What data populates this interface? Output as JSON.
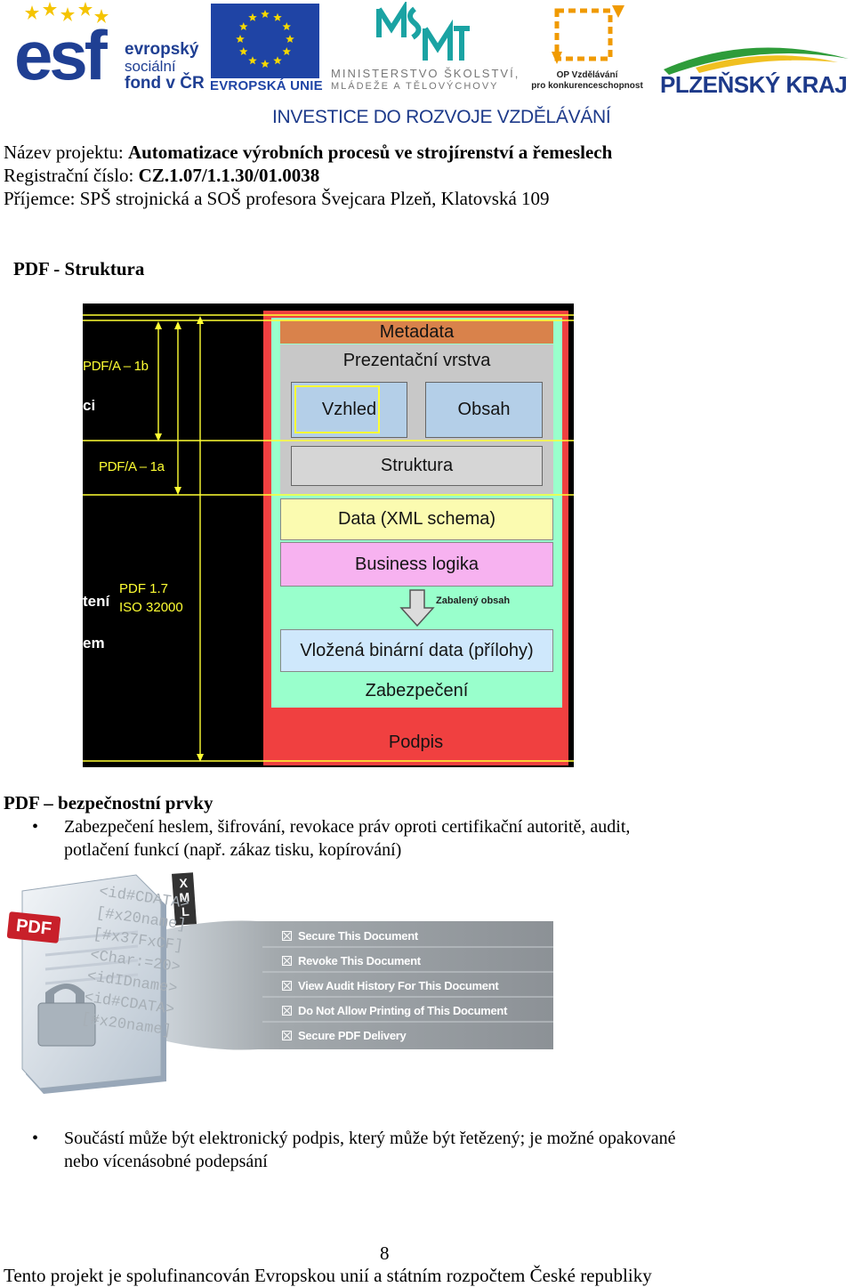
{
  "logos": {
    "esf_word": "esf",
    "esf_sub": [
      "evropský",
      "sociální",
      "fond v ČR"
    ],
    "eu_label": "EVROPSKÁ UNIE",
    "msmt_lines": [
      "MINISTERSTVO ŠKOLSTVÍ,",
      "MLÁDEŽE A TĚLOVÝCHOVY"
    ],
    "op_lines": [
      "OP Vzdělávání",
      "pro konkurenceschopnost"
    ],
    "pk_label": "PLZEŇSKÝ KRAJ",
    "banner": "INVESTICE DO ROZVOJE VZDĚLÁVÁNÍ"
  },
  "header": {
    "project_label": "Název projektu: ",
    "project_value": "Automatizace výrobních procesů ve strojírenství a řemeslech",
    "reg_label": "Registrační číslo: ",
    "reg_value": "CZ.1.07/1.1.30/01.0038",
    "recipient": "Příjemce: SPŠ strojnická a SOŠ profesora Švejcara Plzeň, Klatovská 109"
  },
  "section1": {
    "title": "PDF - Struktura"
  },
  "diagram": {
    "left_labels": {
      "pdfa1b": "PDF/A – 1b",
      "ci": "ci",
      "pdfa1a": "PDF/A – 1a",
      "pdf17": "PDF 1.7",
      "iso": "ISO 32000",
      "teni": "tení",
      "em": "em"
    },
    "boxes": {
      "metadata": "Metadata",
      "prezentacni": "Prezentační vrstva",
      "vzhled": "Vzhled",
      "obsah": "Obsah",
      "struktura": "Struktura",
      "data": "Data (XML schema)",
      "logika": "Business logika",
      "zabaleny": "Zabalený obsah",
      "vlozena": "Vložená binární data (přílohy)",
      "zabezpeceni": "Zabezpečení",
      "podpis": "Podpis"
    },
    "colors": {
      "red": "#f04040",
      "green": "#99ffcc",
      "metadata": "#d9824b",
      "gray": "#c8c8c8",
      "blue": "#b4cfe8",
      "yellow": "#fbfbb0",
      "pink": "#f7b2f0",
      "lightblue": "#cfe8fc",
      "line": "#ffff33"
    }
  },
  "section2": {
    "title": "PDF – bezpečnostní prvky",
    "bullet_char": "•",
    "bullet1_line1": "Zabezpečení heslem, šifrování, revokace práv oproti certifikační autoritě, audit,",
    "bullet1_line2": "potlačení funkcí (např. zákaz tisku, kopírování)"
  },
  "security_graphic": {
    "pdf_badge": "PDF",
    "xml_badge": "XML",
    "code_lines": [
      "<id#CDATA>",
      "[#x20name]",
      "[#x37FxCF]",
      "<Char:=20>",
      "<idIDname>",
      "<id#CDATA>",
      "[#x20name]"
    ],
    "options": [
      "Secure This Document",
      "Revoke This Document",
      "View Audit History For This Document",
      "Do Not Allow Printing of This Document",
      "Secure PDF Delivery"
    ]
  },
  "section3": {
    "bullet_line1": "Součástí může být elektronický podpis, který může být řetězený;  je možné opakované",
    "bullet_line2": "nebo vícenásobné podepsání"
  },
  "page_number": "8",
  "footer": "Tento projekt je spolufinancován Evropskou unií a státním rozpočtem České republiky"
}
